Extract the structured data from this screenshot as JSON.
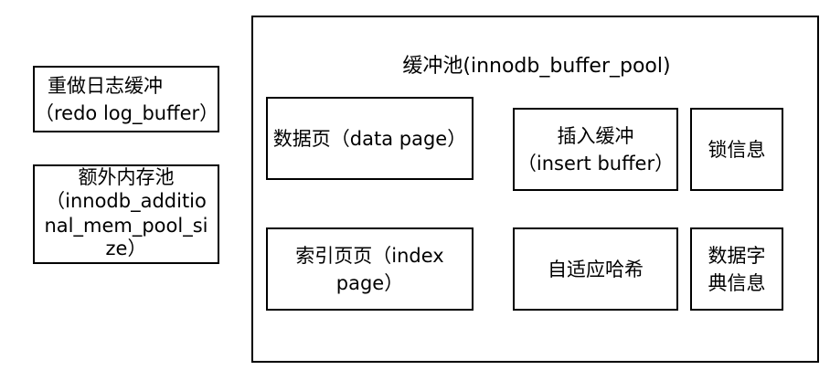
{
  "left_boxes": {
    "redo_log_buffer": {
      "line1": "重做日志缓冲",
      "line2": "（redo log_buffer）"
    },
    "additional_mem_pool": {
      "line1": "额外内存池",
      "line2": "（innodb_additio",
      "line3": "nal_mem_pool_si",
      "line4": "ze）"
    }
  },
  "buffer_pool": {
    "title": "缓冲池(innodb_buffer_pool)",
    "data_page": "数据页（data page）",
    "insert_buffer": {
      "line1": "插入缓冲",
      "line2": "（insert buffer）"
    },
    "lock_info": "锁信息",
    "index_page": {
      "line1": "索引页页（index",
      "line2": "page）"
    },
    "adaptive_hash": "自适应哈希",
    "data_dictionary": {
      "line1": "数据字",
      "line2": "典信息"
    }
  }
}
